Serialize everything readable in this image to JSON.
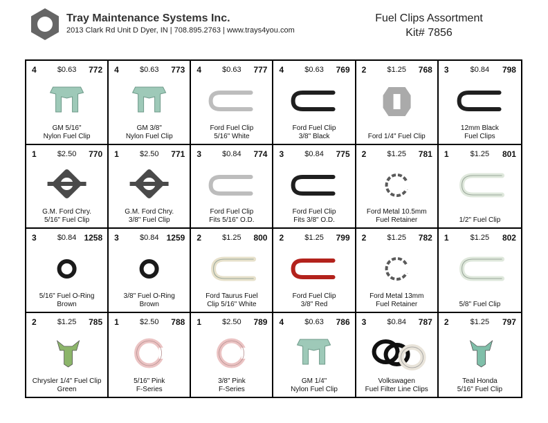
{
  "header": {
    "company": "Tray Maintenance Systems Inc.",
    "address": "2013 Clark Rd Unit D Dyer, IN | 708.895.2763 | www.trays4you.com",
    "title": "Fuel Clips Assortment",
    "kit": "Kit# 7856"
  },
  "items": [
    {
      "qty": "4",
      "price": "$0.63",
      "part": "772",
      "line1": "GM 5/16\"",
      "line2": "Nylon Fuel Clip",
      "icon": "nylon-clip-icon",
      "color": "#9ec9b8"
    },
    {
      "qty": "4",
      "price": "$0.63",
      "part": "773",
      "line1": "GM 3/8\"",
      "line2": "Nylon Fuel Clip",
      "icon": "nylon-clip-icon",
      "color": "#9ec9b8"
    },
    {
      "qty": "4",
      "price": "$0.63",
      "part": "777",
      "line1": "Ford Fuel Clip",
      "line2": "5/16\" White",
      "icon": "hairpin-clip-icon",
      "color": "#bdbdbd"
    },
    {
      "qty": "4",
      "price": "$0.63",
      "part": "769",
      "line1": "Ford Fuel Clip",
      "line2": "3/8\" Black",
      "icon": "hairpin-clip-icon",
      "color": "#1f1f1f"
    },
    {
      "qty": "2",
      "price": "$1.25",
      "part": "768",
      "line1": "Ford 1/4\" Fuel Clip",
      "line2": "",
      "icon": "flat-clip-icon",
      "color": "#aaaaaa"
    },
    {
      "qty": "3",
      "price": "$0.84",
      "part": "798",
      "line1": "12mm Black",
      "line2": "Fuel Clips",
      "icon": "hairpin-clip-icon",
      "color": "#1f1f1f"
    },
    {
      "qty": "1",
      "price": "$2.50",
      "part": "770",
      "line1": "G.M. Ford Chry.",
      "line2": "5/16\" Fuel Clip",
      "icon": "square-clip-icon",
      "color": "#4a4a4a"
    },
    {
      "qty": "1",
      "price": "$2.50",
      "part": "771",
      "line1": "G.M. Ford Chry.",
      "line2": "3/8\" Fuel Clip",
      "icon": "square-clip-icon",
      "color": "#4a4a4a"
    },
    {
      "qty": "3",
      "price": "$0.84",
      "part": "774",
      "line1": "Ford Fuel Clip",
      "line2": "Fits 5/16\" O.D.",
      "icon": "hairpin-clip-icon",
      "color": "#bdbdbd"
    },
    {
      "qty": "3",
      "price": "$0.84",
      "part": "775",
      "line1": "Ford Fuel Clip",
      "line2": "Fits 3/8\" O.D.",
      "icon": "hairpin-clip-icon",
      "color": "#1f1f1f"
    },
    {
      "qty": "2",
      "price": "$1.25",
      "part": "781",
      "line1": "Ford Metal 10.5mm",
      "line2": "Fuel Retainer",
      "icon": "metal-retainer-icon",
      "color": "#5a5a5a"
    },
    {
      "qty": "1",
      "price": "$1.25",
      "part": "801",
      "line1": "1/2\" Fuel Clip",
      "line2": "",
      "icon": "u-clip-icon",
      "color": "#dfe8dc"
    },
    {
      "qty": "3",
      "price": "$0.84",
      "part": "1258",
      "line1": "5/16\" Fuel O-Ring",
      "line2": "Brown",
      "icon": "o-ring-icon",
      "color": "#1a1a1a"
    },
    {
      "qty": "3",
      "price": "$0.84",
      "part": "1259",
      "line1": "3/8\" Fuel O-Ring",
      "line2": "Brown",
      "icon": "o-ring-icon",
      "color": "#1a1a1a"
    },
    {
      "qty": "2",
      "price": "$1.25",
      "part": "800",
      "line1": "Ford Taurus Fuel",
      "line2": "Clip 5/16\" White",
      "icon": "u-clip-icon",
      "color": "#e7e1cb"
    },
    {
      "qty": "2",
      "price": "$1.25",
      "part": "799",
      "line1": "Ford Fuel Clip",
      "line2": "3/8\" Red",
      "icon": "hairpin-clip-icon",
      "color": "#b3221c"
    },
    {
      "qty": "2",
      "price": "$1.25",
      "part": "782",
      "line1": "Ford Metal 13mm",
      "line2": "Fuel Retainer",
      "icon": "metal-retainer-icon",
      "color": "#5a5a5a"
    },
    {
      "qty": "1",
      "price": "$1.25",
      "part": "802",
      "line1": "5/8\" Fuel Clip",
      "line2": "",
      "icon": "u-clip-icon",
      "color": "#dfe8dc"
    },
    {
      "qty": "2",
      "price": "$1.25",
      "part": "785",
      "line1": "Chrysler 1/4\" Fuel Clip",
      "line2": "Green",
      "icon": "winged-clip-icon",
      "color": "#8cb56a"
    },
    {
      "qty": "1",
      "price": "$2.50",
      "part": "788",
      "line1": "5/16\" Pink",
      "line2": "F-Series",
      "icon": "f-series-clip-icon",
      "color": "#ebc3c3"
    },
    {
      "qty": "1",
      "price": "$2.50",
      "part": "789",
      "line1": "3/8\" Pink",
      "line2": "F-Series",
      "icon": "f-series-clip-icon",
      "color": "#ebc3c3"
    },
    {
      "qty": "4",
      "price": "$0.63",
      "part": "786",
      "line1": "GM 1/4\"",
      "line2": "Nylon Fuel Clip",
      "icon": "nylon-clip-icon",
      "color": "#9ec9b8"
    },
    {
      "qty": "3",
      "price": "$0.84",
      "part": "787",
      "line1": "Volkswagen",
      "line2": "Fuel Filter Line Clips",
      "icon": "vw-clips-icon",
      "color": "#111111"
    },
    {
      "qty": "2",
      "price": "$1.25",
      "part": "797",
      "line1": "Teal Honda",
      "line2": "5/16\" Fuel Clip",
      "icon": "winged-clip-icon",
      "color": "#7fbfa9"
    }
  ]
}
